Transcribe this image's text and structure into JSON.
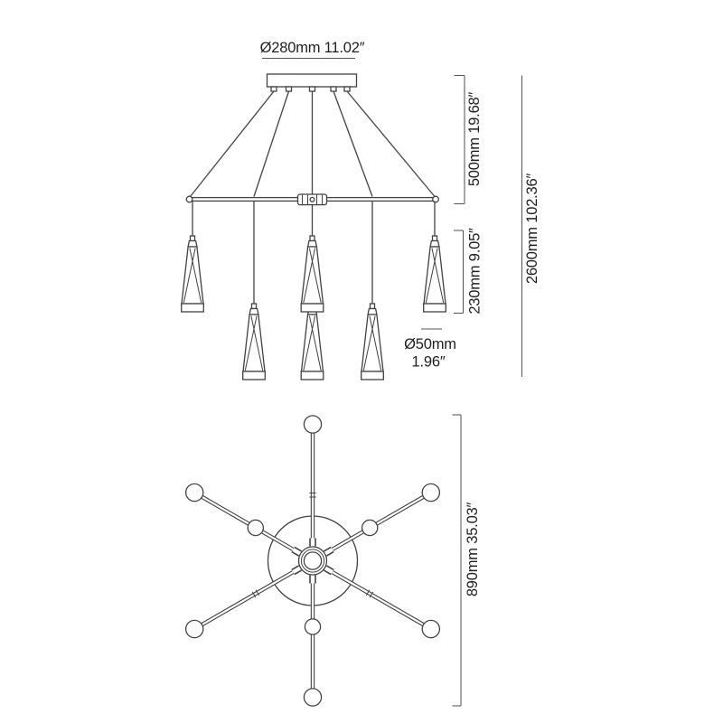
{
  "colors": {
    "background": "#ffffff",
    "line_art": "#424244",
    "dimension_lines": "#565658",
    "text": "#1f1f1f"
  },
  "elevation": {
    "canopy_diameter": "Ø280mm  11.02″",
    "suspension_height": "500mm  19.68″",
    "pendant_height": "230mm  9.05″",
    "pendant_diameter_mm": "Ø50mm",
    "pendant_diameter_in": "1.96″",
    "overall_height": "2600mm  102.36″"
  },
  "plan": {
    "overall_diameter": "890mm  35.03″"
  }
}
